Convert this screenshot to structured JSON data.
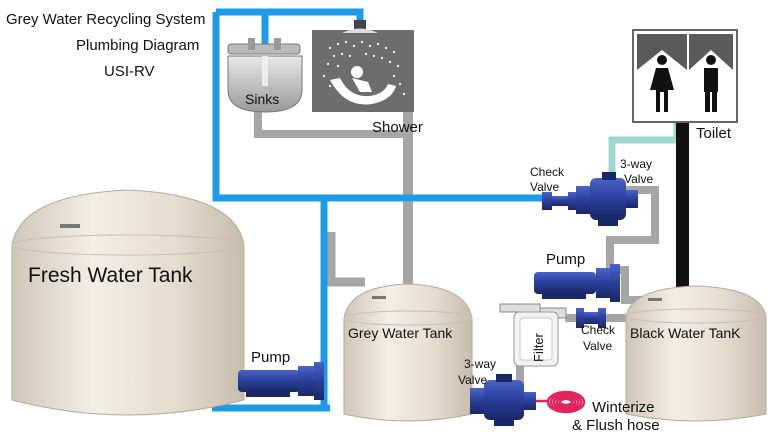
{
  "title": {
    "line1": "Grey Water Recycling System",
    "line2": "Plumbing Diagram",
    "line3": "USI-RV"
  },
  "labels": {
    "sinks": "Sinks",
    "shower": "Shower",
    "toilet": "Toilet",
    "fresh_tank": "Fresh Water Tank",
    "grey_tank": "Grey Water Tank",
    "black_tank": "Black Water TanK",
    "pump_left": "Pump",
    "pump_right": "Pump",
    "check_valve_top_1": "Check",
    "check_valve_top_2": "Valve",
    "three_way_top_1": "3-way",
    "three_way_top_2": "Valve",
    "check_valve_bottom_1": "Check",
    "check_valve_bottom_2": "Valve",
    "filter": "Filter",
    "three_way_bottom_1": "3-way",
    "three_way_bottom_2": "Valve",
    "winterize_1": "Winterize",
    "winterize_2": "& Flush hose"
  },
  "colors": {
    "blue_pipe": "#1e9be8",
    "grey_pipe": "#a6a6a6",
    "black_pipe": "#111111",
    "teal_pipe": "#9fd8cf",
    "tank": "#e7e0d6",
    "equipment": "#2a3f9a",
    "hose": "#e0245e",
    "icon_bg": "#6d6d6d"
  },
  "icons": [
    "sink-icon",
    "shower-icon",
    "restroom-icon",
    "pump-icon",
    "valve-icon",
    "filter-icon",
    "hose-icon"
  ]
}
